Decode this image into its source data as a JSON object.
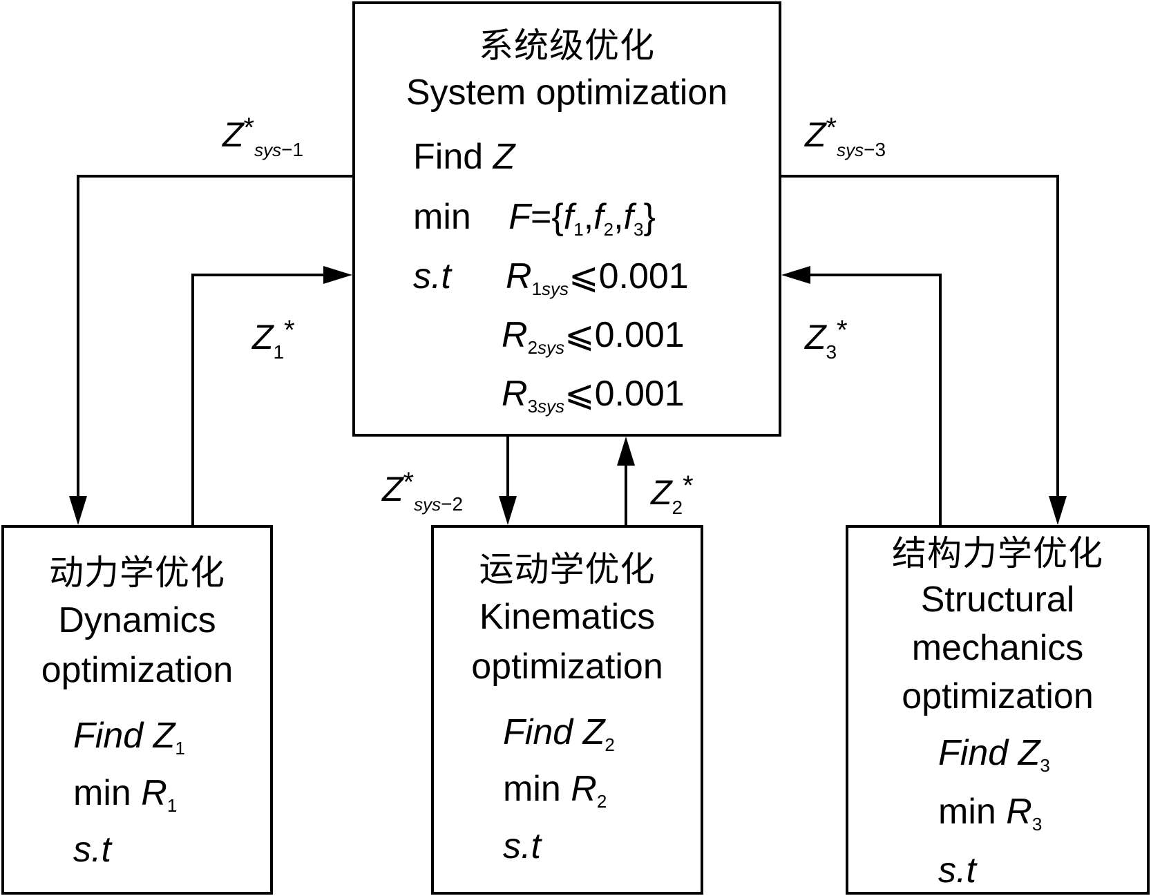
{
  "system": {
    "title_cn": "系统级优化",
    "title_en": "System optimization",
    "find": "Find",
    "find_var": "Z",
    "min": "min",
    "objective": {
      "F": "F",
      "eq": "=",
      "open": "{",
      "f": "f",
      "i1": "1",
      "i2": "2",
      "i3": "3",
      "comma": ",",
      "close": "}"
    },
    "st": "s.t",
    "constraints": [
      {
        "R": "R",
        "index": "1",
        "sys": "sys",
        "bound": "⩽0.001"
      },
      {
        "R": "R",
        "index": "2",
        "sys": "sys",
        "bound": "⩽0.001"
      },
      {
        "R": "R",
        "index": "3",
        "sys": "sys",
        "bound": "⩽0.001"
      }
    ]
  },
  "subsystems": {
    "dynamics": {
      "title_cn": "动力学优化",
      "title_en_1": "Dynamics",
      "title_en_2": "optimization",
      "find": "Find",
      "Z": "Z",
      "idx": "1",
      "min": "min",
      "R": "R",
      "st": "s.t"
    },
    "kinematics": {
      "title_cn": "运动学优化",
      "title_en_1": "Kinematics",
      "title_en_2": "optimization",
      "find": "Find",
      "Z": "Z",
      "idx": "2",
      "min": "min",
      "R": "R",
      "st": "s.t"
    },
    "structural": {
      "title_cn": "结构力学优化",
      "title_en_1": "Structural",
      "title_en_2": "mechanics",
      "title_en_3": "optimization",
      "find": "Find",
      "Z": "Z",
      "idx": "3",
      "min": "min",
      "R": "R",
      "st": "s.t"
    }
  },
  "labels": {
    "z_sys_1": {
      "Z": "Z",
      "star": "*",
      "sub": "sys",
      "num": "−1"
    },
    "z_sys_2": {
      "Z": "Z",
      "star": "*",
      "sub": "sys",
      "num": "−2"
    },
    "z_sys_3": {
      "Z": "Z",
      "star": "*",
      "sub": "sys",
      "num": "−3"
    },
    "z1": {
      "Z": "Z",
      "idx": "1",
      "star": "*"
    },
    "z2": {
      "Z": "Z",
      "idx": "2",
      "star": "*"
    },
    "z3": {
      "Z": "Z",
      "idx": "3",
      "star": "*"
    }
  }
}
